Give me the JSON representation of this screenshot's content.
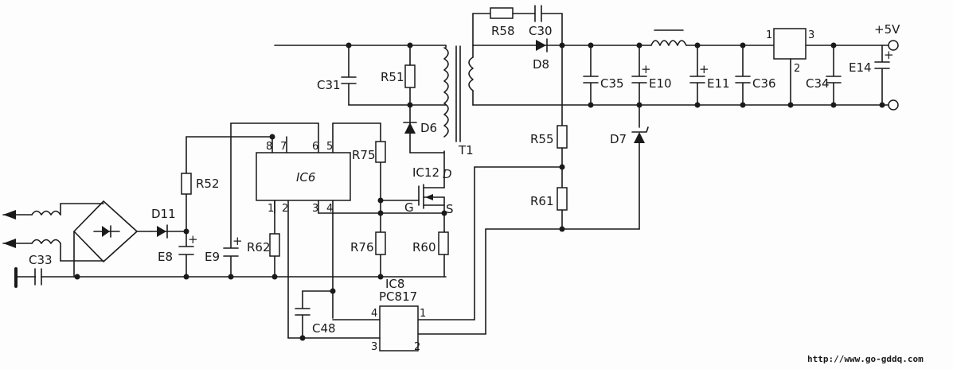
{
  "labels": {
    "R58": "R58",
    "C30": "C30",
    "D8": "D8",
    "plus5v": "+5V",
    "C31": "C31",
    "R51": "R51",
    "D6": "D6",
    "T1": "T1",
    "C35": "C35",
    "E10": "E10",
    "E11": "E11",
    "C36": "C36",
    "C34": "C34",
    "E14": "E14",
    "R55": "R55",
    "D7": "D7",
    "R61": "R61",
    "IC6": "IC6",
    "R75": "R75",
    "IC12": "IC12",
    "D": "D",
    "G": "G",
    "S": "S",
    "R52": "R52",
    "D11": "D11",
    "E8": "E8",
    "E9": "E9",
    "R62": "R62",
    "R76": "R76",
    "R60": "R60",
    "C33": "C33",
    "IC8": "IC8",
    "PC817": "PC817",
    "C48": "C48",
    "reg_pin1": "1",
    "reg_pin2": "2",
    "reg_pin3": "3",
    "ic6_pin8": "8",
    "ic6_pin7": "7",
    "ic6_pin6": "6",
    "ic6_pin5": "5",
    "ic6_pin1": "1",
    "ic6_pin2": "2",
    "ic6_pin3": "3",
    "ic6_pin4": "4",
    "pc_pin1": "1",
    "pc_pin2": "2",
    "pc_pin3": "3",
    "pc_pin4": "4",
    "plus": "+"
  },
  "watermark": "http://www.go-gddq.com"
}
